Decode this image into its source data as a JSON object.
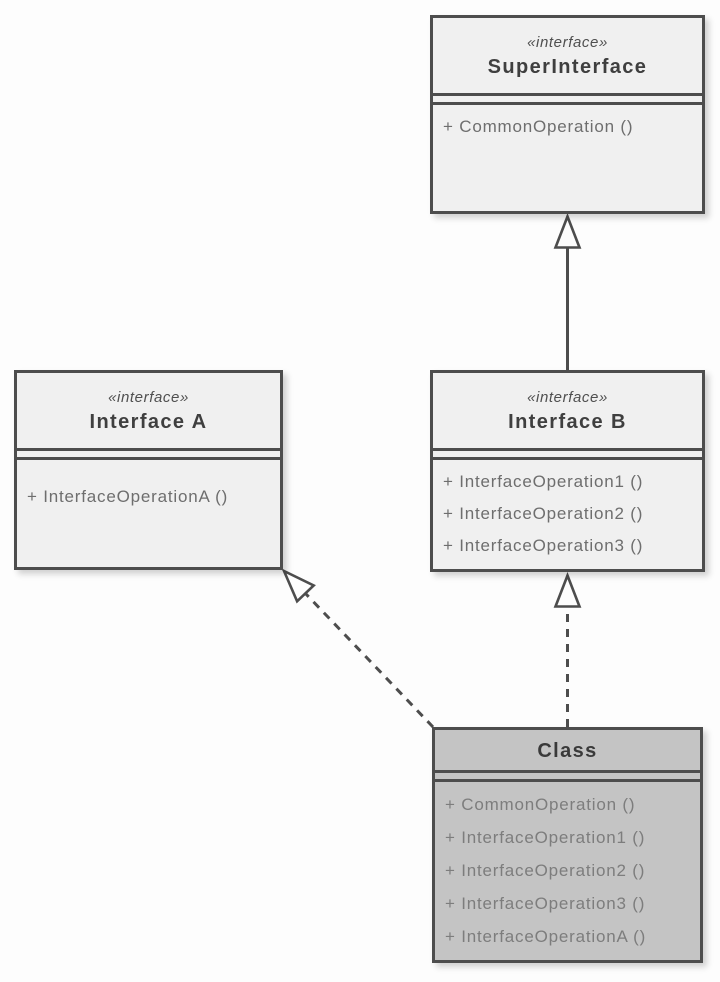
{
  "diagram_type": "uml-class-diagram",
  "colors": {
    "canvas_background": "#fdfdfd",
    "node_border": "#4d4d4d",
    "interface_fill": "#f0f0f0",
    "class_fill": "#c4c4c4",
    "title_text": "#3f3f3f",
    "stereotype_text": "#4f4f4f",
    "operation_text": "#6e6e6e",
    "class_operation_text": "#7d7d7d",
    "connector_stroke": "#4d4d4d",
    "arrowhead_fill": "#fdfdfd"
  },
  "nodes": {
    "super_interface": {
      "stereotype": "«interface»",
      "title": "SuperInterface",
      "operations": [
        "+ CommonOperation ()"
      ]
    },
    "interface_a": {
      "stereotype": "«interface»",
      "title": "Interface A",
      "operations": [
        "+ InterfaceOperationA ()"
      ]
    },
    "interface_b": {
      "stereotype": "«interface»",
      "title": "Interface B",
      "operations": [
        "+ InterfaceOperation1 ()",
        "+ InterfaceOperation2 ()",
        "+ InterfaceOperation3 ()"
      ]
    },
    "main_class": {
      "title": "Class",
      "operations": [
        "+ CommonOperation ()",
        "+ InterfaceOperation1 ()",
        "+ InterfaceOperation2 ()",
        "+ InterfaceOperation3 ()",
        "+ InterfaceOperationA ()"
      ]
    }
  },
  "relationships": [
    {
      "type": "generalization",
      "from": "Interface B",
      "to": "SuperInterface",
      "line_style": "solid",
      "arrowhead": "hollow-triangle"
    },
    {
      "type": "realization",
      "from": "Class",
      "to": "Interface B",
      "line_style": "dashed",
      "arrowhead": "hollow-triangle"
    },
    {
      "type": "realization",
      "from": "Class",
      "to": "Interface A",
      "line_style": "dashed",
      "arrowhead": "hollow-triangle"
    }
  ]
}
